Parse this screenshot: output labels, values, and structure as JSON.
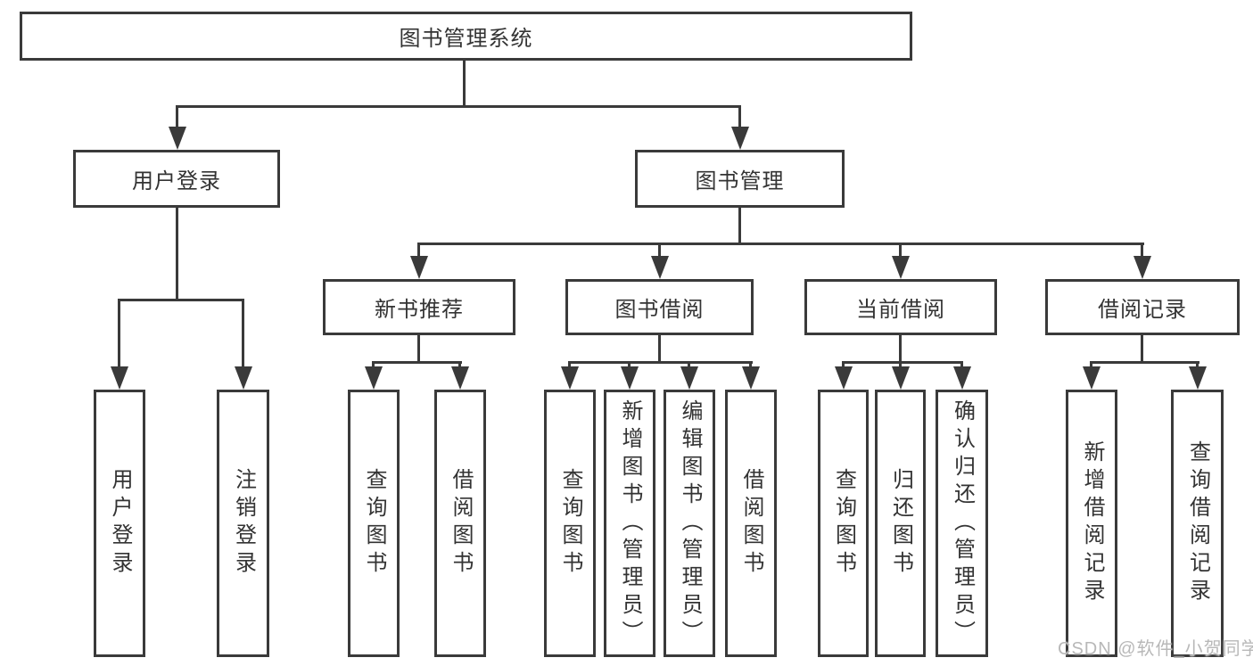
{
  "tree": {
    "root": {
      "label": "图书管理系统",
      "children": [
        {
          "label": "用户登录",
          "children": [
            {
              "label": "用户登录"
            },
            {
              "label": "注销登录"
            }
          ]
        },
        {
          "label": "图书管理",
          "children": [
            {
              "label": "新书推荐",
              "children": [
                {
                  "label": "查询图书"
                },
                {
                  "label": "借阅图书"
                }
              ]
            },
            {
              "label": "图书借阅",
              "children": [
                {
                  "label": "查询图书"
                },
                {
                  "label": "新增图书（管理员）"
                },
                {
                  "label": "编辑图书（管理员）"
                },
                {
                  "label": "借阅图书"
                }
              ]
            },
            {
              "label": "当前借阅",
              "children": [
                {
                  "label": "查询图书"
                },
                {
                  "label": "归还图书"
                },
                {
                  "label": "确认归还（管理员）"
                }
              ]
            },
            {
              "label": "借阅记录",
              "children": [
                {
                  "label": "新增借阅记录"
                },
                {
                  "label": "查询借阅记录"
                }
              ]
            }
          ]
        }
      ]
    }
  },
  "watermark": {
    "text": "CSDN @软件_小贺同学"
  },
  "colors": {
    "line": "#3a3a3a",
    "box_border": "#3a3a3a",
    "box_fill": "#ffffff",
    "text": "#333333",
    "watermark": "#b8b8b8",
    "background": "#ffffff"
  }
}
